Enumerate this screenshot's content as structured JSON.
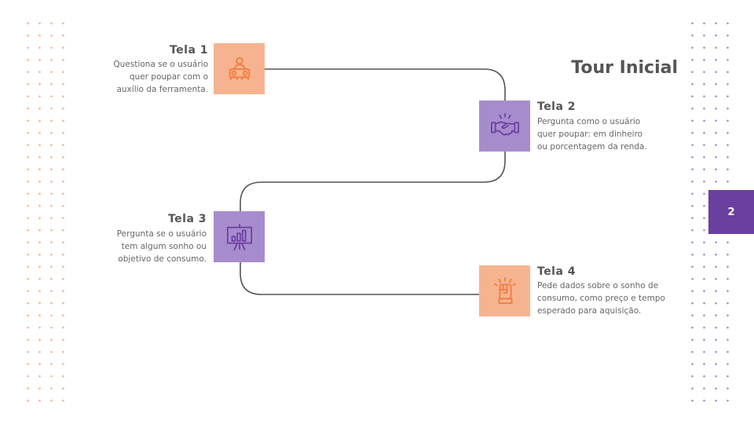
{
  "title": "Tour Inicial",
  "page_number": "2",
  "colors": {
    "orange_box": "#f6b38f",
    "purple_box": "#a78ccd",
    "orange_icon": "#f07a3c",
    "purple_icon": "#6a3ea1",
    "badge": "#6b3fa0",
    "path_line": "#555555"
  },
  "steps": [
    {
      "title": "Tela 1",
      "description": [
        "Questiona se o usuário",
        "quer poupar com o",
        "auxílio da ferramenta."
      ],
      "icon": "meeting-people-icon"
    },
    {
      "title": "Tela 2",
      "description": [
        "Pergunta como o usuário",
        "quer poupar: em dinheiro",
        "ou porcentagem da renda."
      ],
      "icon": "handshake-icon"
    },
    {
      "title": "Tela 3",
      "description": [
        "Pergunta se o usuário",
        "tem  algum sonho ou",
        "objetivo de consumo."
      ],
      "icon": "presentation-chart-icon"
    },
    {
      "title": "Tela 4",
      "description": [
        "Pede dados sobre o sonho de",
        "consumo, como preço e tempo",
        "esperado para aquisição."
      ],
      "icon": "raised-fist-icon"
    }
  ]
}
